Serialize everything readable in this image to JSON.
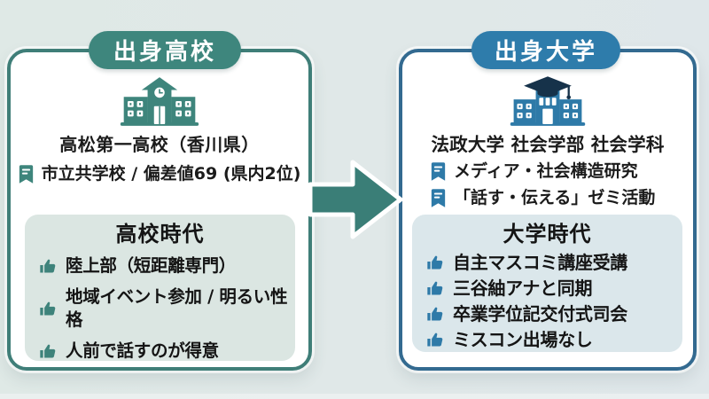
{
  "canvas": {
    "background_left": "#dfe9e6",
    "background_right": "#dfe7ea"
  },
  "arrow": {
    "direction": "right",
    "color": "#3a7e77"
  },
  "left_card": {
    "accent_color": "#3e867d",
    "border_color": "#3f7e78",
    "era_box_color": "#dbe6e2",
    "header_label": "出身高校",
    "icon": "school-building-icon",
    "title": "高松第一高校（香川県）",
    "badge": {
      "icon": "bookmark-icon",
      "text": "市立共学校 / 偏差値69 (県内2位)"
    },
    "section": {
      "title": "高校時代",
      "items": [
        {
          "icon": "thumbs-up-icon",
          "text": "陸上部（短距離専門）"
        },
        {
          "icon": "thumbs-up-icon",
          "text": "地域イベント参加 / 明るい性格"
        },
        {
          "icon": "thumbs-up-icon",
          "text": "人前で話すのが得意"
        }
      ]
    }
  },
  "right_card": {
    "accent_color": "#2e7cab",
    "border_color": "#336a90",
    "era_box_color": "#dbe7eb",
    "header_label": "出身大学",
    "icon": "university-building-icon",
    "title": "法政大学 社会学部 社会学科",
    "badges": [
      {
        "icon": "bookmark-icon",
        "text": "メディア・社会構造研究"
      },
      {
        "icon": "bookmark-icon",
        "text": "「話す・伝える」ゼミ活動"
      }
    ],
    "section": {
      "title": "大学時代",
      "items": [
        {
          "icon": "thumbs-up-icon",
          "text": "自主マスコミ講座受講"
        },
        {
          "icon": "thumbs-up-icon",
          "text": "三谷紬アナと同期"
        },
        {
          "icon": "thumbs-up-icon",
          "text": "卒業学位記交付式司会"
        },
        {
          "icon": "thumbs-up-icon",
          "text": "ミスコン出場なし"
        }
      ]
    }
  }
}
